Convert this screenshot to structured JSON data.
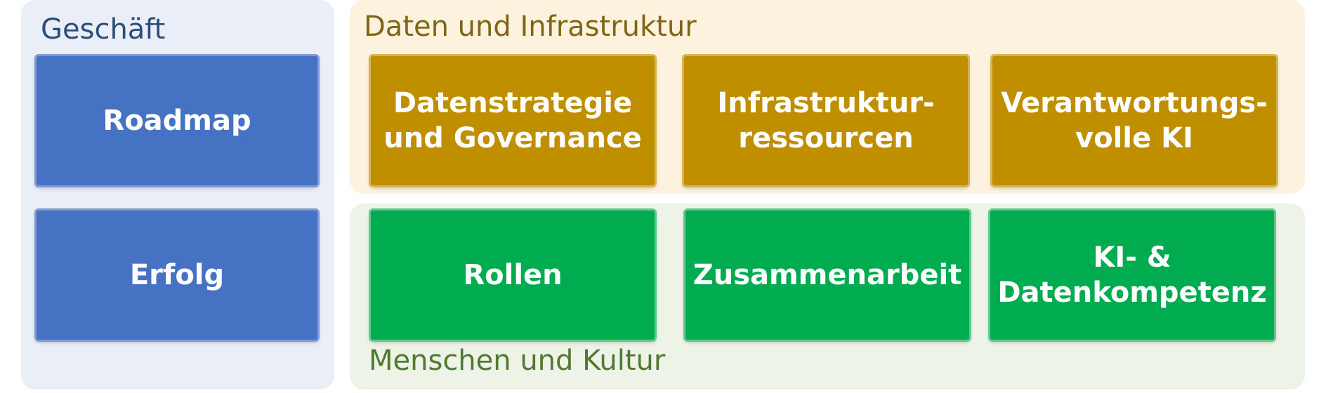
{
  "groups": {
    "business": {
      "title": "Geschäft",
      "items": [
        {
          "lines": [
            "Roadmap"
          ]
        },
        {
          "lines": [
            "Erfolg"
          ]
        }
      ]
    },
    "data_infrastructure": {
      "title": "Daten und Infrastruktur",
      "items": [
        {
          "lines": [
            "Datenstrategie",
            "und Governance"
          ]
        },
        {
          "lines": [
            "Infrastruktur-",
            "ressourcen"
          ]
        },
        {
          "lines": [
            "Verantwortungs-",
            "volle KI"
          ]
        }
      ]
    },
    "people_culture": {
      "title": "Menschen und Kultur",
      "items": [
        {
          "lines": [
            "Rollen"
          ]
        },
        {
          "lines": [
            "Zusammenarbeit"
          ]
        },
        {
          "lines": [
            "KI- &",
            "Datenkompetenz"
          ]
        }
      ]
    }
  },
  "colors": {
    "business_box": "#4672c4",
    "data_box": "#bf8f00",
    "people_box": "#00ac4f",
    "business_panel": "#e9eef7",
    "data_panel": "#fcf2de",
    "people_panel": "#edf4e7"
  }
}
